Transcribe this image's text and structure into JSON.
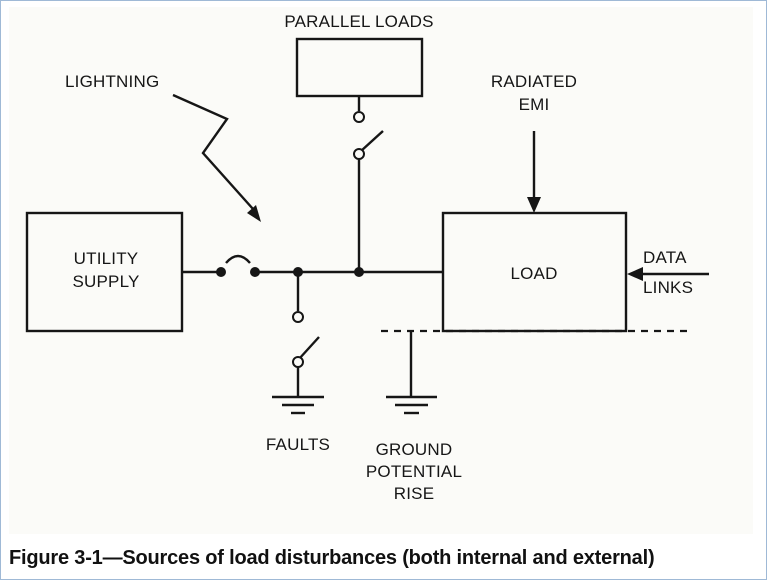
{
  "labels": {
    "parallel_loads": "PARALLEL LOADS",
    "lightning": "LIGHTNING",
    "radiated": "RADIATED",
    "emi": "EMI",
    "utility": "UTILITY",
    "supply": "SUPPLY",
    "load": "LOAD",
    "data": "DATA",
    "links": "LINKS",
    "faults": "FAULTS",
    "ground": "GROUND",
    "potential": "POTENTIAL",
    "rise": "RISE"
  },
  "caption": "Figure 3-1—Sources of load disturbances (both internal and external)"
}
